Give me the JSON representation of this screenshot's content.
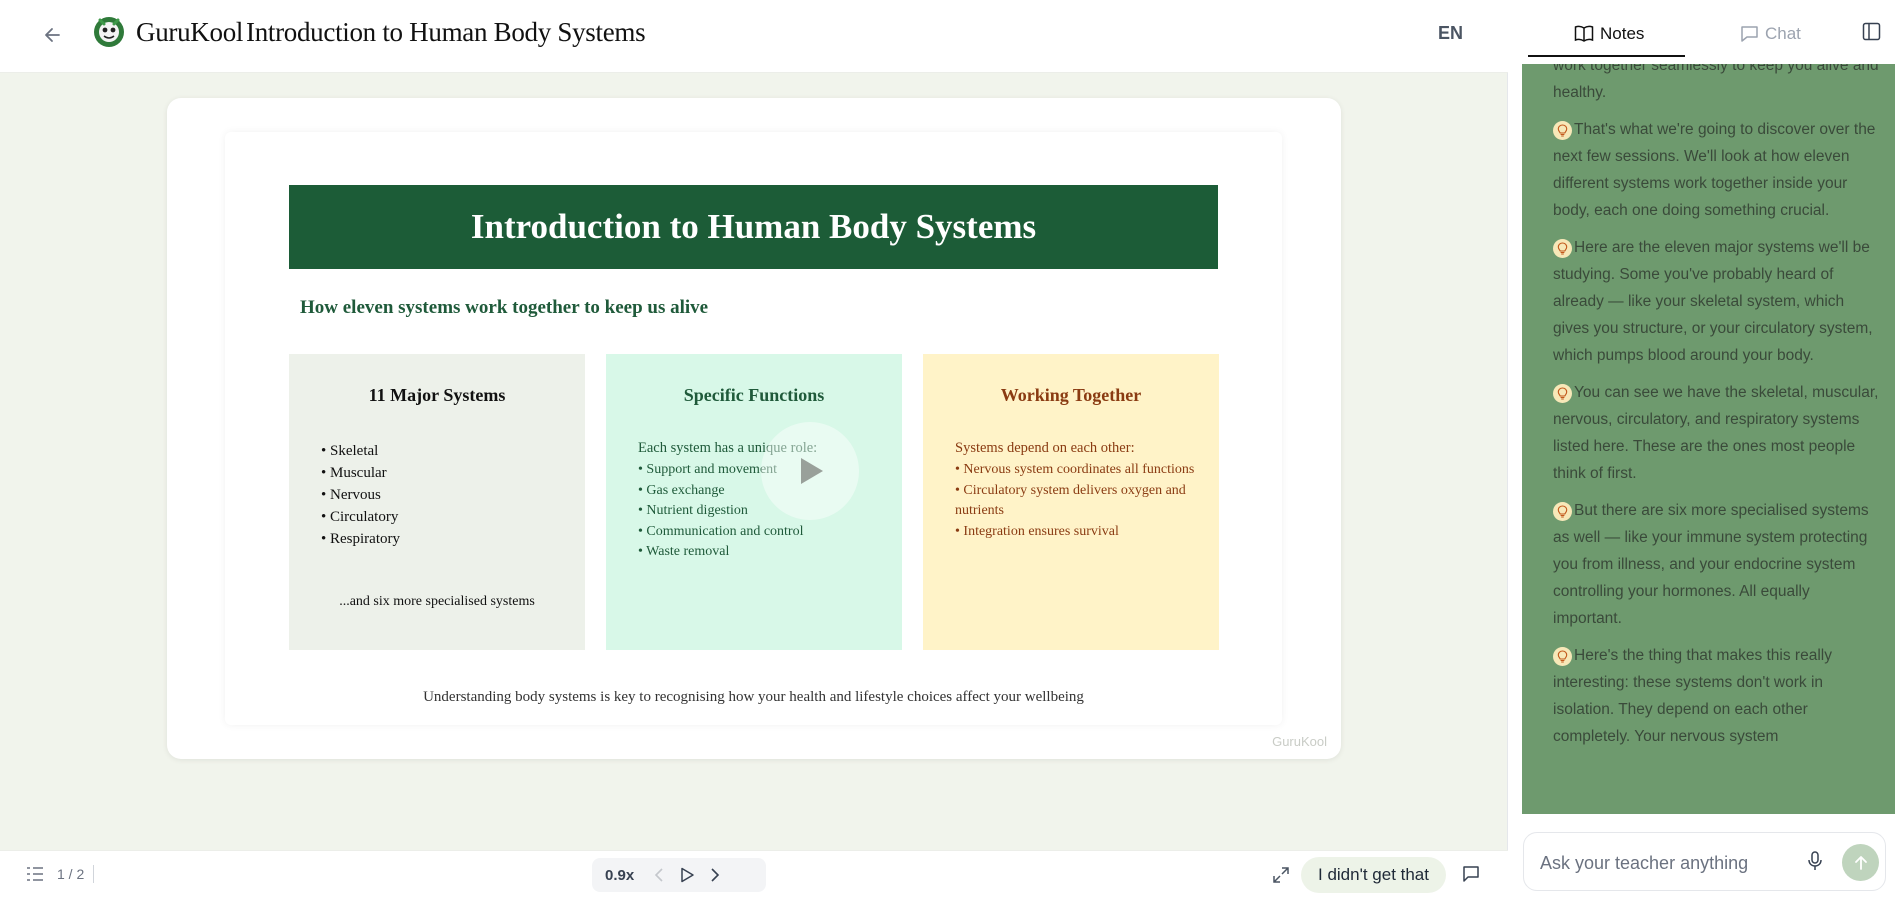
{
  "header": {
    "brand": "GuruKool",
    "lesson_title": "Introduction to Human Body Systems",
    "language": "EN"
  },
  "slide": {
    "title": "Introduction to Human Body Systems",
    "subtitle": "How eleven systems work together to keep us alive",
    "columns": [
      {
        "heading": "11 Major Systems",
        "items": [
          "• Skeletal",
          "• Muscular",
          "• Nervous",
          "• Circulatory",
          "• Respiratory"
        ],
        "footer": "...and six more specialised systems"
      },
      {
        "heading": "Specific Functions",
        "lead": "Each system has a unique role:",
        "items": [
          "• Support and movement",
          "• Gas exchange",
          "• Nutrient digestion",
          "• Communication and control",
          "• Waste removal"
        ]
      },
      {
        "heading": "Working Together",
        "lead": "Systems depend on each other:",
        "items": [
          "• Nervous system coordinates all functions",
          "• Circulatory system delivers oxygen and nutrients",
          "• Integration ensures survival"
        ]
      }
    ],
    "footer": "Understanding body systems is key to recognising how your health and lifestyle choices affect your wellbeing",
    "watermark": "GuruKool"
  },
  "player": {
    "page": "1 / 2",
    "speed": "0.9x",
    "didnt_get": "I didn't get that"
  },
  "panel": {
    "tab_notes": "Notes",
    "tab_chat": "Chat",
    "notes": [
      "work together seamlessly to keep you alive and healthy.",
      "That's what we're going to discover over the next few sessions. We'll look at how eleven different systems work together inside your body, each one doing something crucial.",
      "Here are the eleven major systems we'll be studying. Some you've probably heard of already — like your skeletal system, which gives you structure, or your circulatory system, which pumps blood around your body.",
      "You can see we have the skeletal, muscular, nervous, circulatory, and respiratory systems listed here. These are the ones most people think of first.",
      "But there are six more specialised systems as well — like your immune system protecting you from illness, and your endocrine system controlling your hormones. All equally important.",
      "Here's the thing that makes this really interesting: these systems don't work in isolation. They depend on each other completely. Your nervous system"
    ],
    "ask_placeholder": "Ask your teacher anything"
  },
  "colors": {
    "banner": "#1c5c37",
    "notes_bg": "#6e9a6e",
    "col1_bg": "#edf1ea",
    "col2_bg": "#d8f8e8",
    "col3_bg": "#fff3c8"
  }
}
